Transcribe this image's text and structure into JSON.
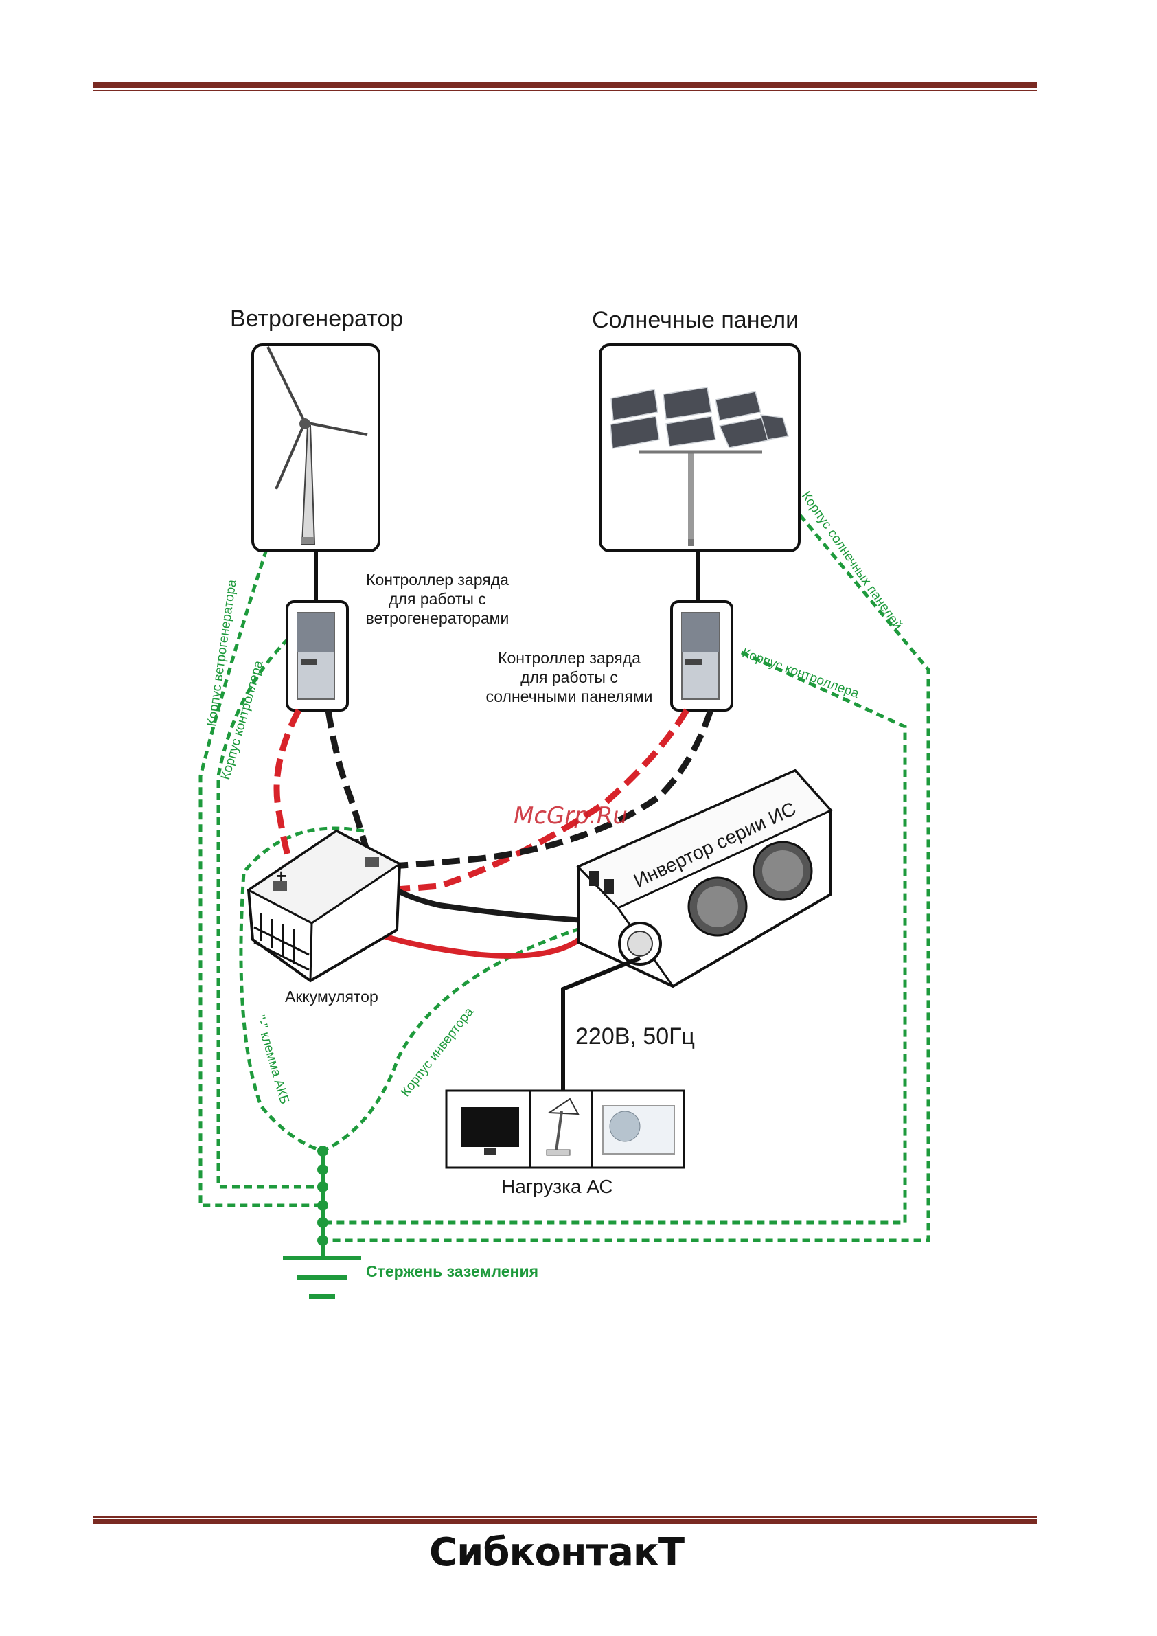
{
  "labels": {
    "wind_generator": "Ветрогенератор",
    "solar_panels": "Солнечные панели",
    "wind_controller": [
      "Контроллер заряда",
      "для работы с",
      "ветрогенераторами"
    ],
    "solar_controller": [
      "Контроллер заряда",
      "для работы с",
      "солнечными панелями"
    ],
    "inverter": "Инвертор серии ИС",
    "battery": "Аккумулятор",
    "output": "220В, 50Гц",
    "load": "Нагрузка АС",
    "ground_rod": "Стержень заземления"
  },
  "ground_labels": {
    "wind_case": "Корпус ветрогенератора",
    "controller_case_left": "Корпус контроллера",
    "solar_case": "Корпус солнечных панелей",
    "controller_case_right": "Корпус контроллера",
    "inverter_case": "Корпус инвертора",
    "battery_terminal": "\"-\" клемма АКБ"
  },
  "battery_marks": {
    "plus": "+",
    "minus": "-"
  },
  "watermark": "McGrp.Ru",
  "footer_logo": "СибконтакТ",
  "colors": {
    "rule": "#7a2a22",
    "positive_wire": "#d8232a",
    "negative_wire": "#1a1a1a",
    "ground_wire": "#1e9a3c"
  }
}
